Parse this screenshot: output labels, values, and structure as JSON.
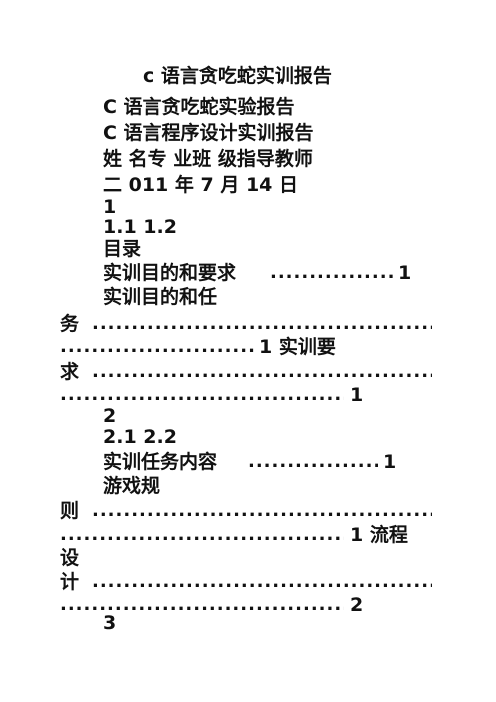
{
  "document": {
    "title": "c 语言贪吃蛇实训报告",
    "subtitle1": "C 语言贪吃蛇实验报告",
    "subtitle2": "C 语言程序设计实训报告",
    "info_line": "姓  名专  业班  级指导教师",
    "date_line": "二 011 年    7  月  14    日",
    "num_1": "1",
    "num_11_12": "1.1 1.2",
    "toc_heading": "目录",
    "toc_item1_label": "实训目的和要求",
    "toc_item1_page": "1",
    "toc_item2_label": "实训目的和任",
    "toc_item2_cont": "务",
    "toc_item2_page_and_next": "1  实训要",
    "toc_item3_cont": "求",
    "toc_item3_page": "1",
    "num_2": "2",
    "num_21_22": "2.1 2.2",
    "toc_item4_label": "实训任务内容",
    "toc_item4_page": "1",
    "toc_item5_label": "游戏规",
    "toc_item5_cont": "则",
    "toc_item5_page_and_next": "1  流程",
    "toc_item6_cont1": "设",
    "toc_item6_cont2": "计",
    "toc_item6_page": "2",
    "num_3": "3",
    "leader_dots_long": "..........................................................",
    "leader_dots_short": "......................"
  }
}
